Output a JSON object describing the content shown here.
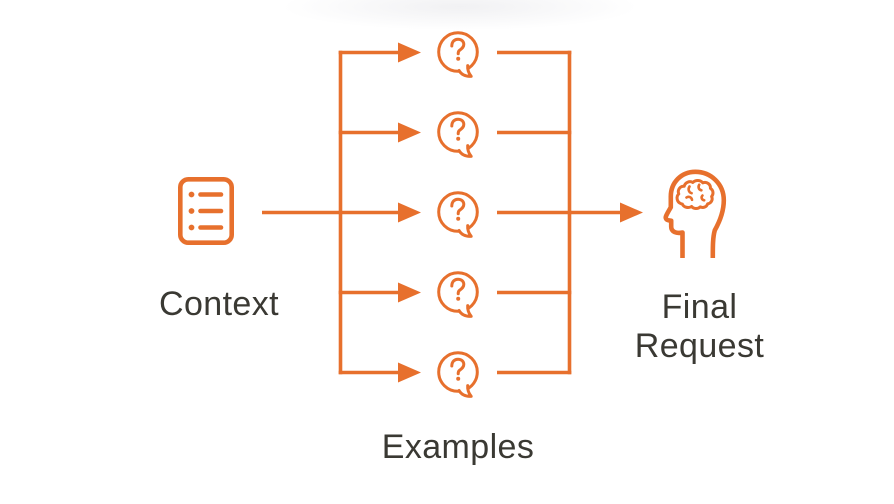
{
  "colors": {
    "accent": "#E7702D",
    "text": "#3A3933",
    "background": "#FFFFFF"
  },
  "nodes": {
    "context": {
      "label": "Context",
      "icon": "document-list-icon"
    },
    "examples": {
      "label": "Examples",
      "icon": "question-bubble-icon",
      "bubble_count": 5
    },
    "final_request": {
      "label": "Final Request",
      "icon": "head-brain-icon"
    }
  }
}
